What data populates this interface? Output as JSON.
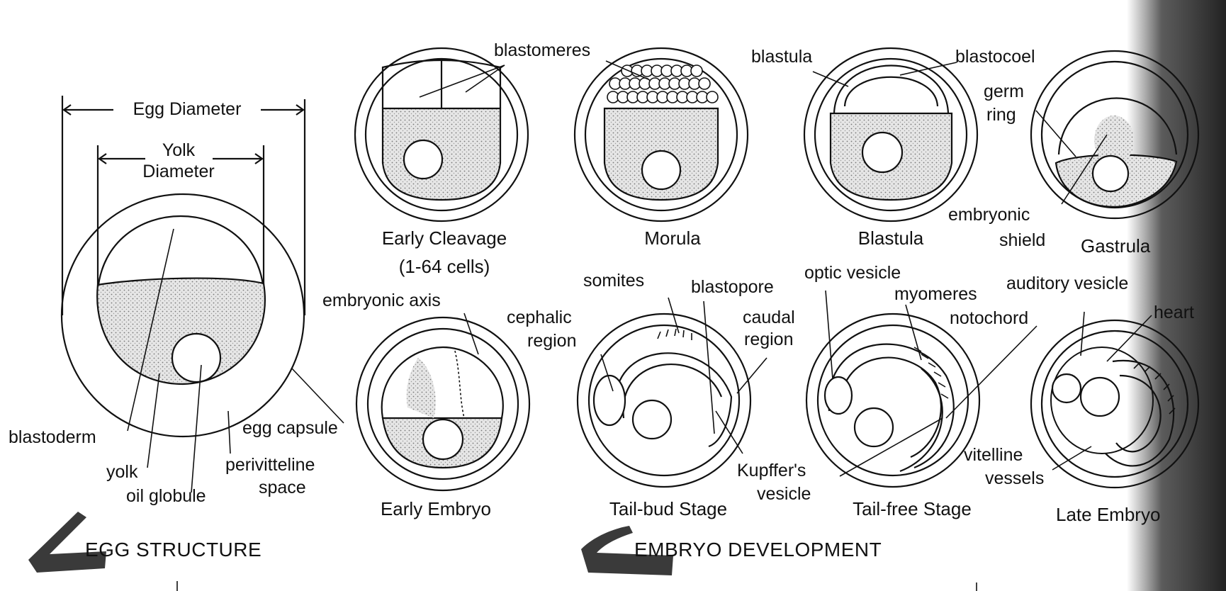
{
  "egg_structure": {
    "section_title": "EGG STRUCTURE",
    "egg_diameter_label": "Egg Diameter",
    "yolk_diameter_label_line1": "Yolk",
    "yolk_diameter_label_line2": "Diameter",
    "labels": {
      "blastoderm": "blastoderm",
      "yolk": "yolk",
      "oil_globule": "oil globule",
      "perivitteline_line1": "perivitteline",
      "perivitteline_line2": "space",
      "egg_capsule": "egg capsule"
    }
  },
  "embryo_development": {
    "section_title": "EMBRYO DEVELOPMENT",
    "stages": {
      "early_cleavage_line1": "Early Cleavage",
      "early_cleavage_line2": "(1-64 cells)",
      "morula": "Morula",
      "blastula": "Blastula",
      "gastrula": "Gastrula",
      "early_embryo": "Early Embryo",
      "tail_bud": "Tail-bud Stage",
      "tail_free": "Tail-free Stage",
      "late_embryo": "Late Embryo"
    },
    "labels": {
      "blastomeres": "blastomeres",
      "blastula": "blastula",
      "blastocoel": "blastocoel",
      "germ": "germ",
      "ring": "ring",
      "embryonic": "embryonic",
      "shield": "shield",
      "embryonic_axis": "embryonic axis",
      "somites": "somites",
      "blastopore": "blastopore",
      "cephalic": "cephalic",
      "region_a": "region",
      "caudal": "caudal",
      "region_b": "region",
      "optic_vesicle": "optic vesicle",
      "myomeres": "myomeres",
      "notochord": "notochord",
      "auditory_vesicle": "auditory vesicle",
      "heart": "heart",
      "kupffers": "Kupffer's",
      "vesicle": "vesicle",
      "vitelline": "vitelline",
      "vessels": "vessels"
    }
  },
  "colors": {
    "ink": "#111111",
    "paper": "#ffffff",
    "yolk_stipple": "#cfcfcf",
    "shadow": "#555555"
  }
}
